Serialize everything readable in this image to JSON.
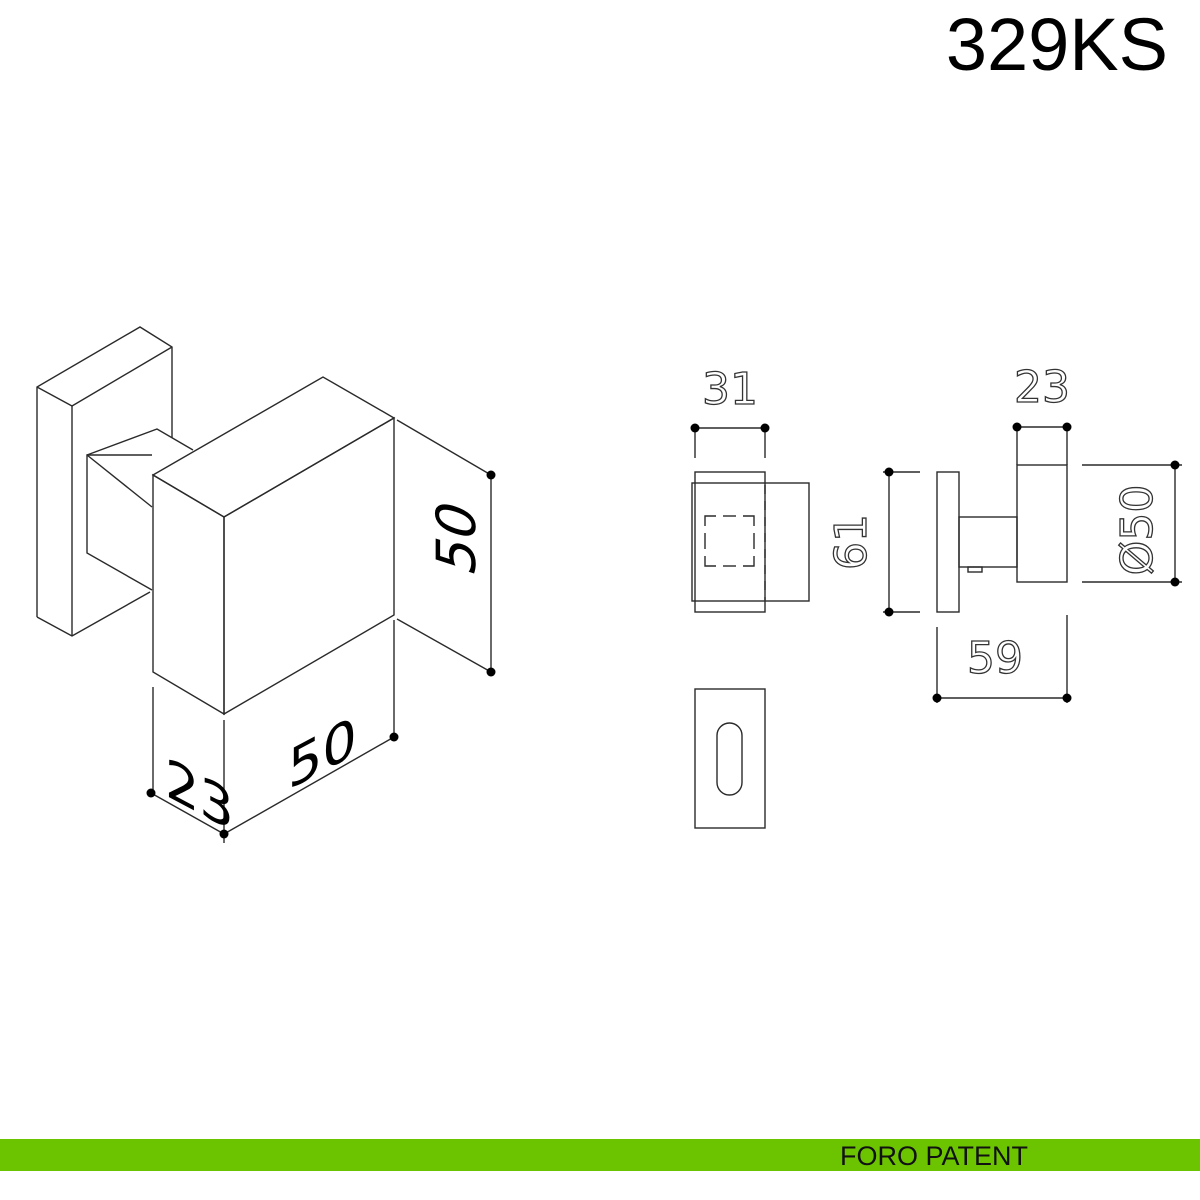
{
  "title": "329KS",
  "footer": {
    "label": "FORO PATENT",
    "color": "#6cc400"
  },
  "isometric_dims": {
    "height": "50",
    "width": "50",
    "depth": "23"
  },
  "front_view_dims": {
    "width": "31"
  },
  "side_view_dims": {
    "knob_depth": "23",
    "rose_height": "61",
    "diameter": "Ø50",
    "total_length": "59"
  }
}
